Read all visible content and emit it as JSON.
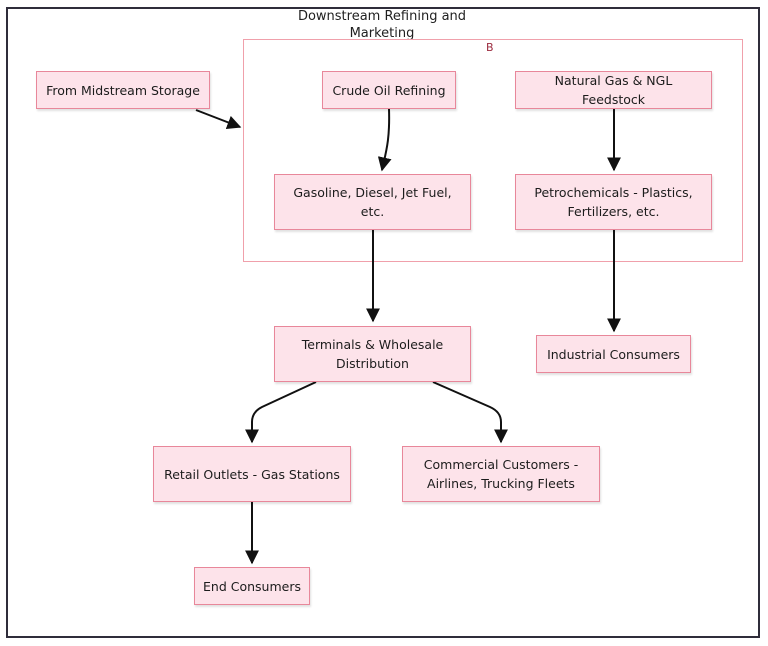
{
  "diagram": {
    "outer_title": "Downstream Refining and Marketing",
    "group_label": "B",
    "nodes": {
      "midstream": "From Midstream Storage",
      "crude": "Crude Oil Refining",
      "natgas": "Natural Gas & NGL Feedstock",
      "fuels": "Gasoline, Diesel, Jet Fuel, etc.",
      "petro": "Petrochemicals - Plastics, Fertilizers, etc.",
      "terminals": "Terminals & Wholesale Distribution",
      "industrial": "Industrial Consumers",
      "retail": "Retail Outlets - Gas Stations",
      "commercial": "Commercial Customers - Airlines, Trucking Fleets",
      "end": "End Consumers"
    },
    "colors": {
      "node_fill": "#fde3ea",
      "node_border": "#e8879a",
      "group_border": "#f0a0ab",
      "edge": "#111111",
      "frame": "#2f2d3a"
    }
  }
}
